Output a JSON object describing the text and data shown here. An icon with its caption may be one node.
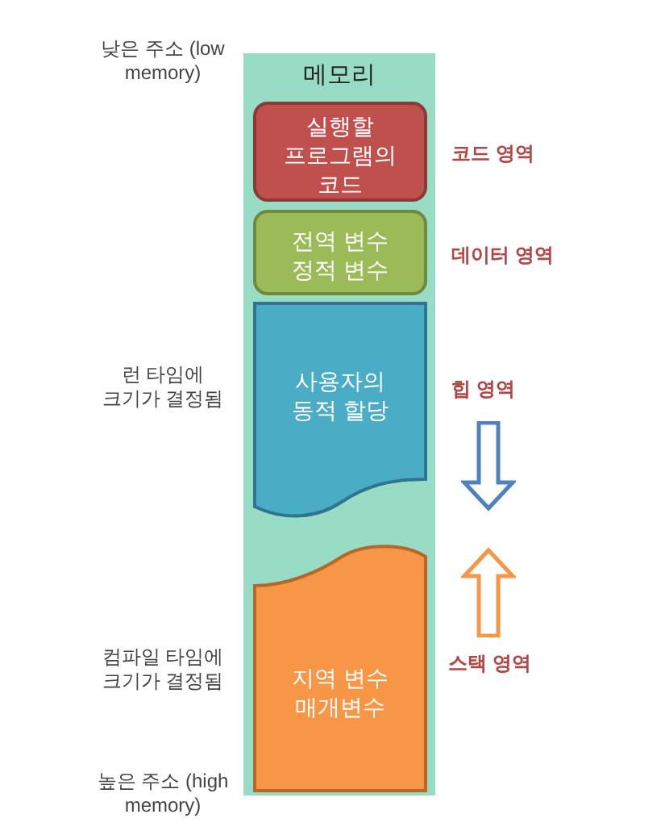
{
  "diagram": {
    "nodes": [
      {
        "text": [
          "메모리"
        ]
      },
      {
        "text": [
          "실행할 프로그램의 코드"
        ],
        "in": 0,
        "beside": [
          "코드 영역"
        ]
      },
      {
        "text": [
          "전역 변수 정적 변수"
        ],
        "in": 0,
        "beside": [
          "데이터 영역"
        ]
      },
      {
        "text": [
          "사용자의 동적 할당"
        ],
        "in": 0,
        "beside": [
          "힙 영역"
        ]
      },
      {
        "text": [
          "지역 변수 매개변수"
        ],
        "in": 0,
        "beside": [
          "스택 영역"
        ]
      }
    ],
    "labels": [
      "낮은 주소 (low memory)",
      "런 타임에 크기가 결정됨",
      "컴파일 타임에 크기가 결정됨",
      "높은 주소 (high memory)"
    ]
  }
}
